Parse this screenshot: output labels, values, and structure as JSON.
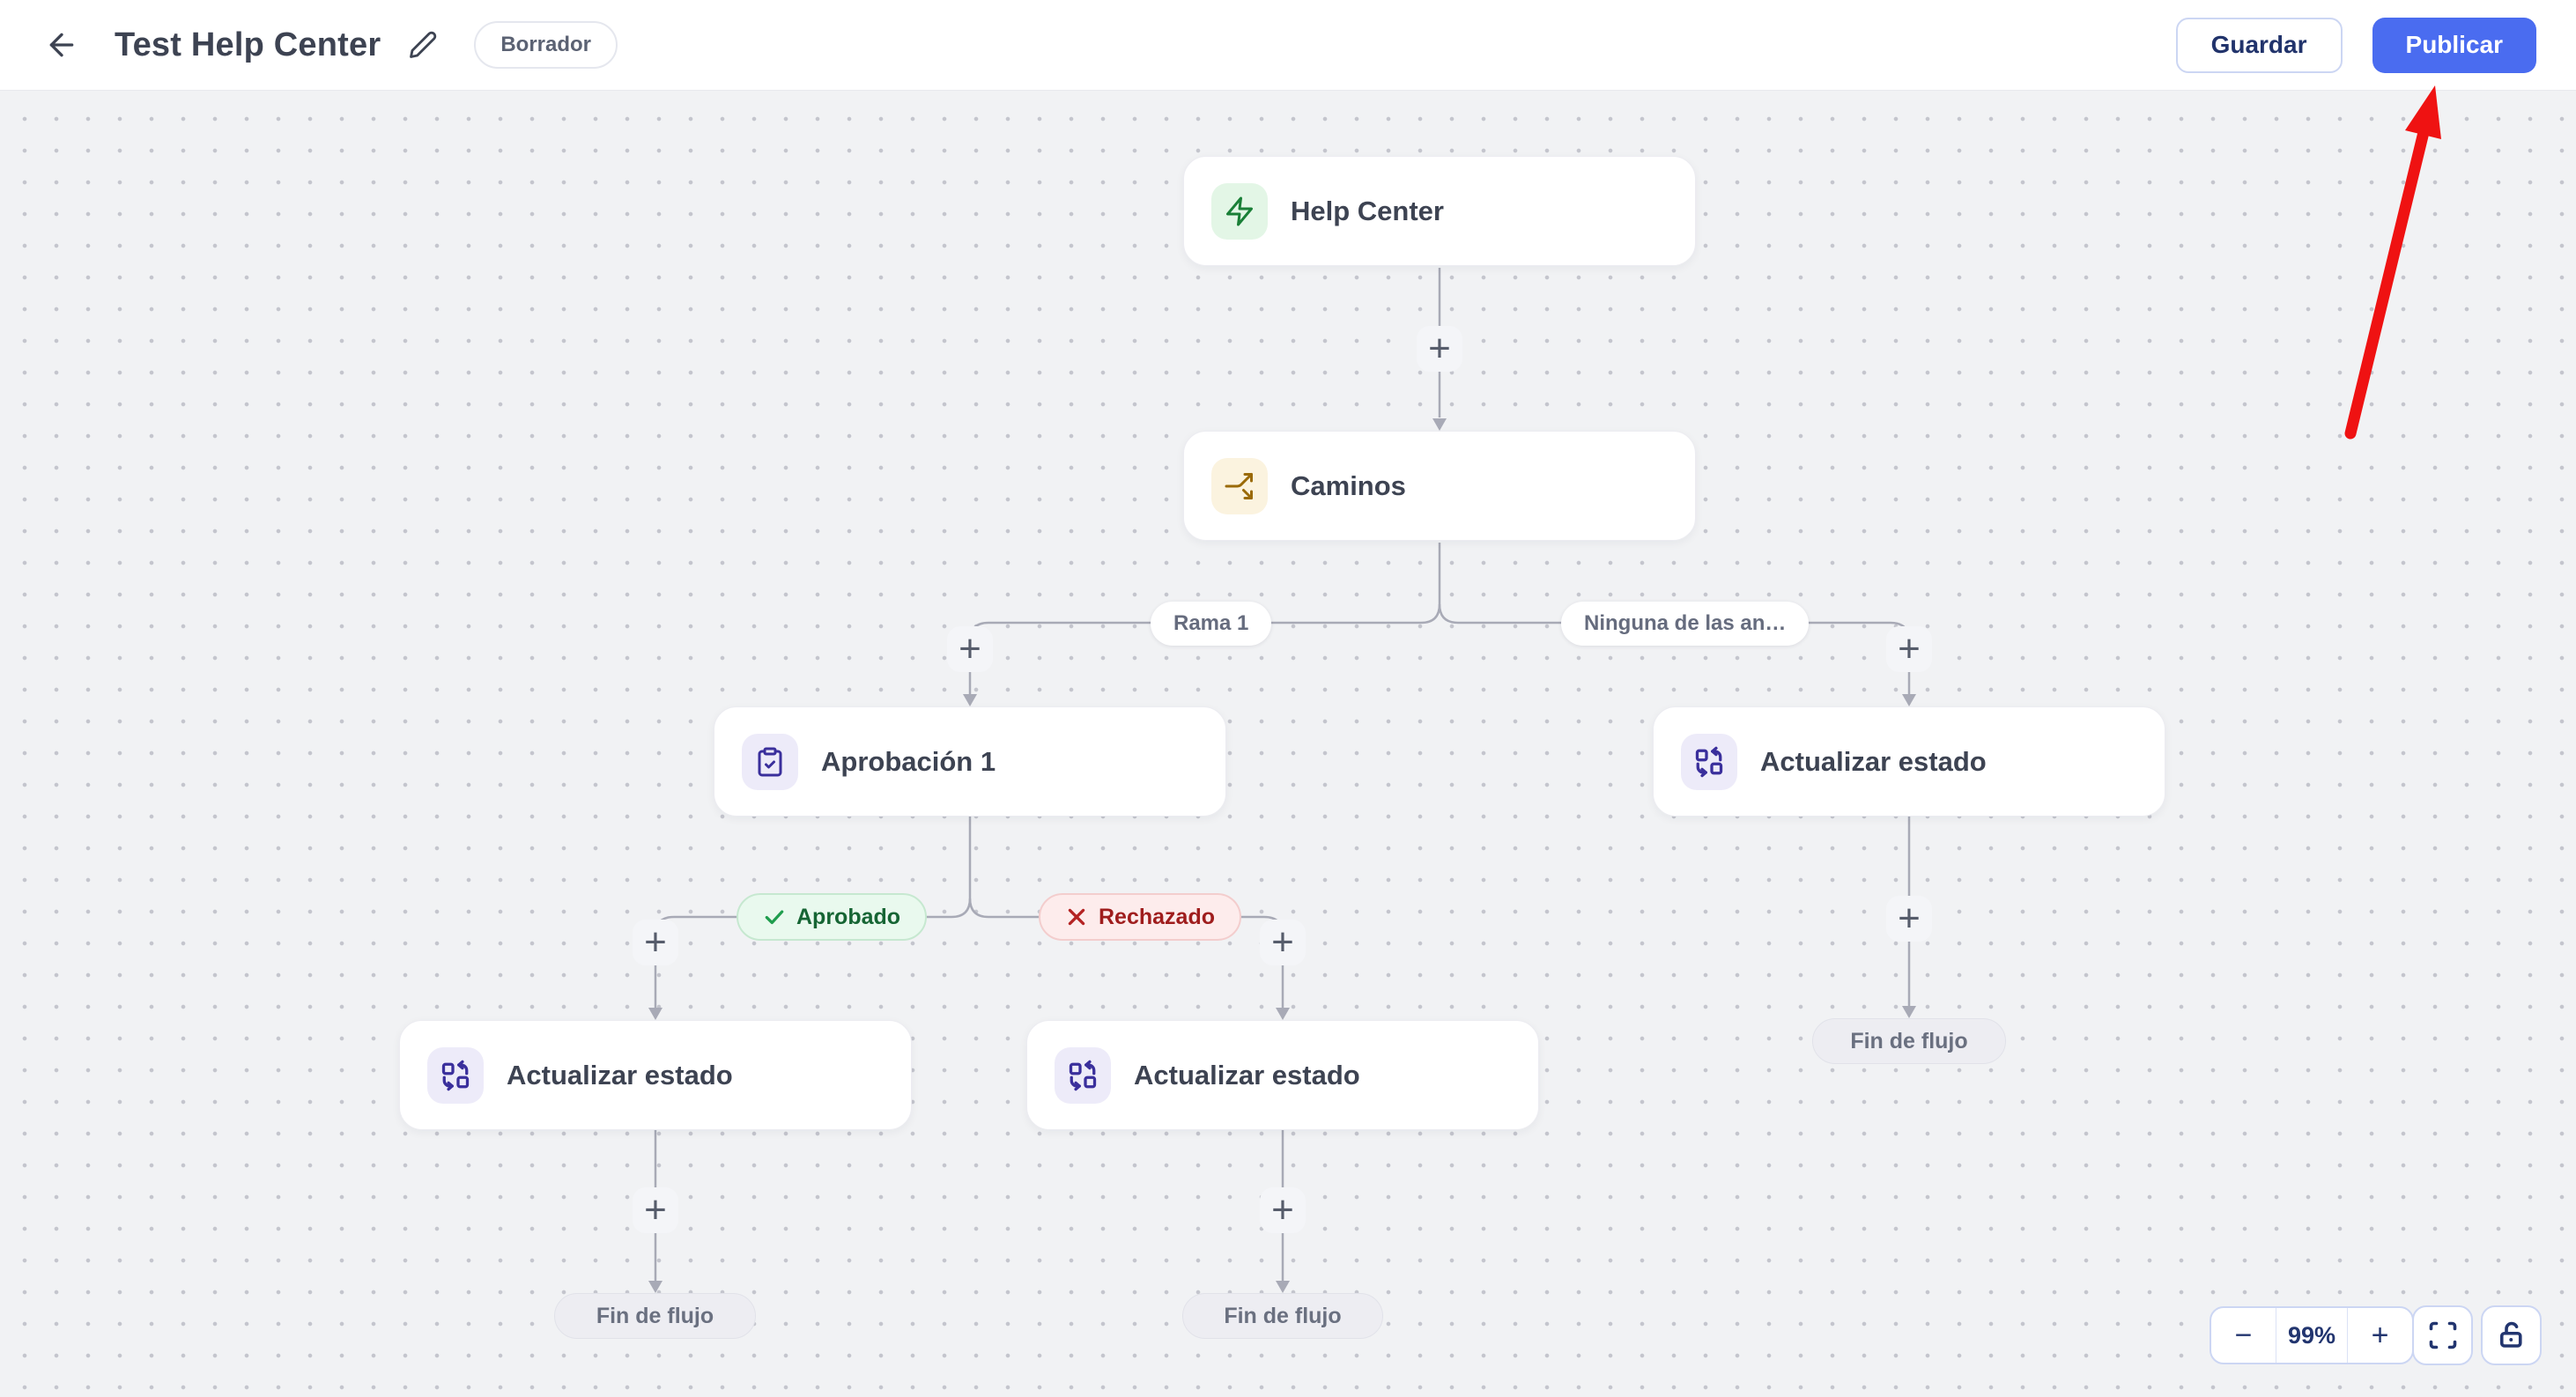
{
  "header": {
    "title": "Test Help Center",
    "status_badge": "Borrador",
    "buttons": {
      "save": "Guardar",
      "publish": "Publicar"
    }
  },
  "canvas": {
    "plus": "+",
    "nodes": {
      "trigger": {
        "label": "Help Center",
        "icon": "zap-icon"
      },
      "paths": {
        "label": "Caminos",
        "icon": "split-icon"
      },
      "approval": {
        "label": "Aprobación 1",
        "icon": "clipboard-check-icon"
      },
      "update_right": {
        "label": "Actualizar estado",
        "icon": "swap-status-icon"
      },
      "update_left": {
        "label": "Actualizar estado",
        "icon": "swap-status-icon"
      },
      "update_mid": {
        "label": "Actualizar estado",
        "icon": "swap-status-icon"
      }
    },
    "branch_labels": {
      "rama1": "Rama 1",
      "ninguna": "Ninguna de las an…",
      "aprobado": "Aprobado",
      "rechazado": "Rechazado"
    },
    "end_label": "Fin de flujo"
  },
  "zoom_toolbar": {
    "zoom_out": "−",
    "zoom_level": "99%",
    "zoom_in": "+"
  },
  "colors": {
    "publish_blue": "#4a6cf0",
    "annotation_red": "#ef1212",
    "trigger_green": "#1a7f37",
    "paths_amber": "#9a6a08",
    "action_indigo": "#3a2f9c",
    "approved_green": "#166534",
    "rejected_red": "#9f1d1d",
    "connector_gray": "#a8aab6"
  }
}
